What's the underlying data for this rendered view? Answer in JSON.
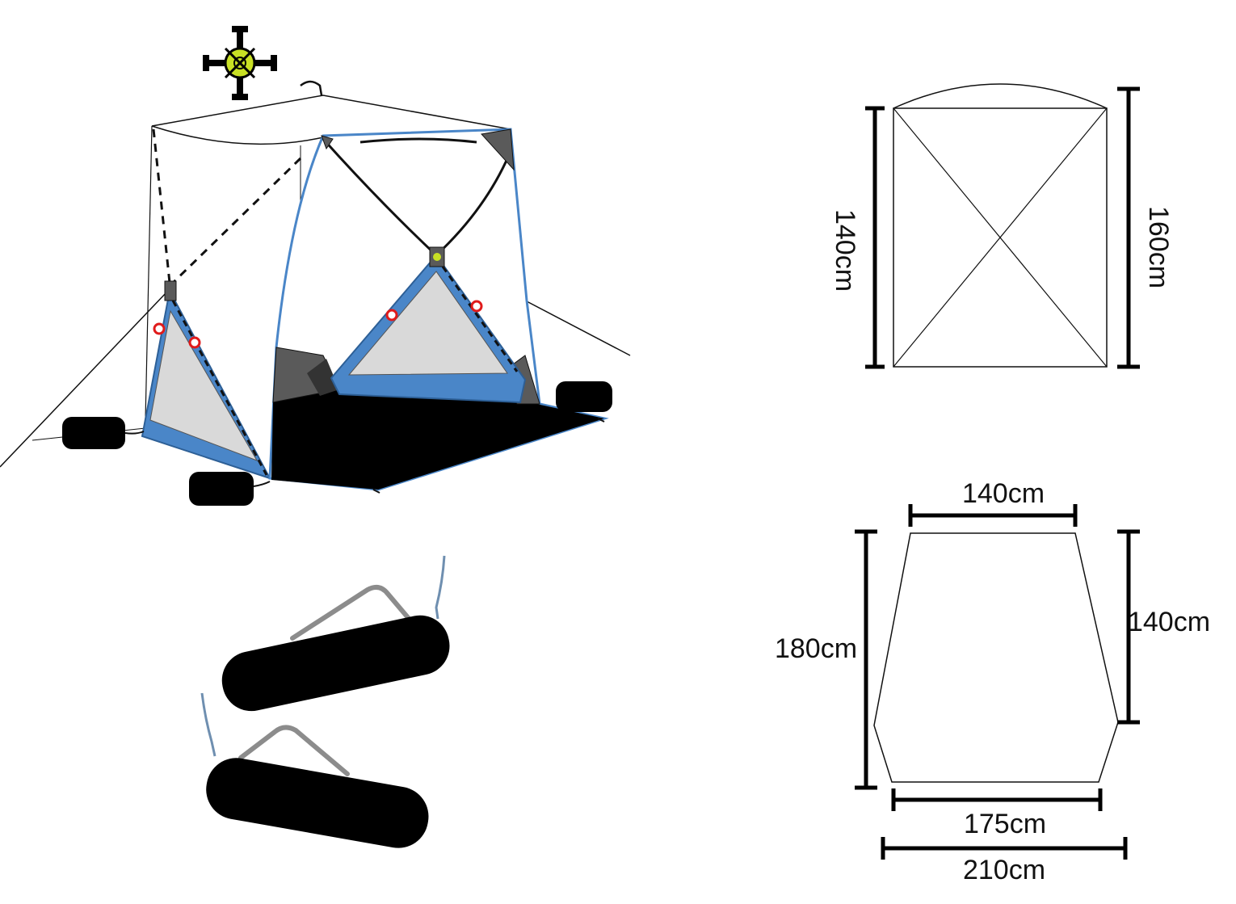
{
  "colors": {
    "tent_blue": "#4a86c8",
    "tent_dark": "#5a5a5a",
    "floor": "#000000",
    "mesh": "#d9d9d9",
    "hub_green": "#c8e024",
    "ring_red": "#e01b1b",
    "strap_gray": "#8c8c8c",
    "cord_blue": "#6f8fb0"
  },
  "icons": [
    "tent-illustration",
    "hub-icon",
    "carry-bag-icon"
  ],
  "dimensions": {
    "top_view": {
      "left_height": "140cm",
      "right_height": "160cm"
    },
    "floor_plan": {
      "top_width": "140cm",
      "left_length": "180cm",
      "right_length": "140cm",
      "bottom_inner_width": "175cm",
      "bottom_outer_width": "210cm"
    }
  }
}
